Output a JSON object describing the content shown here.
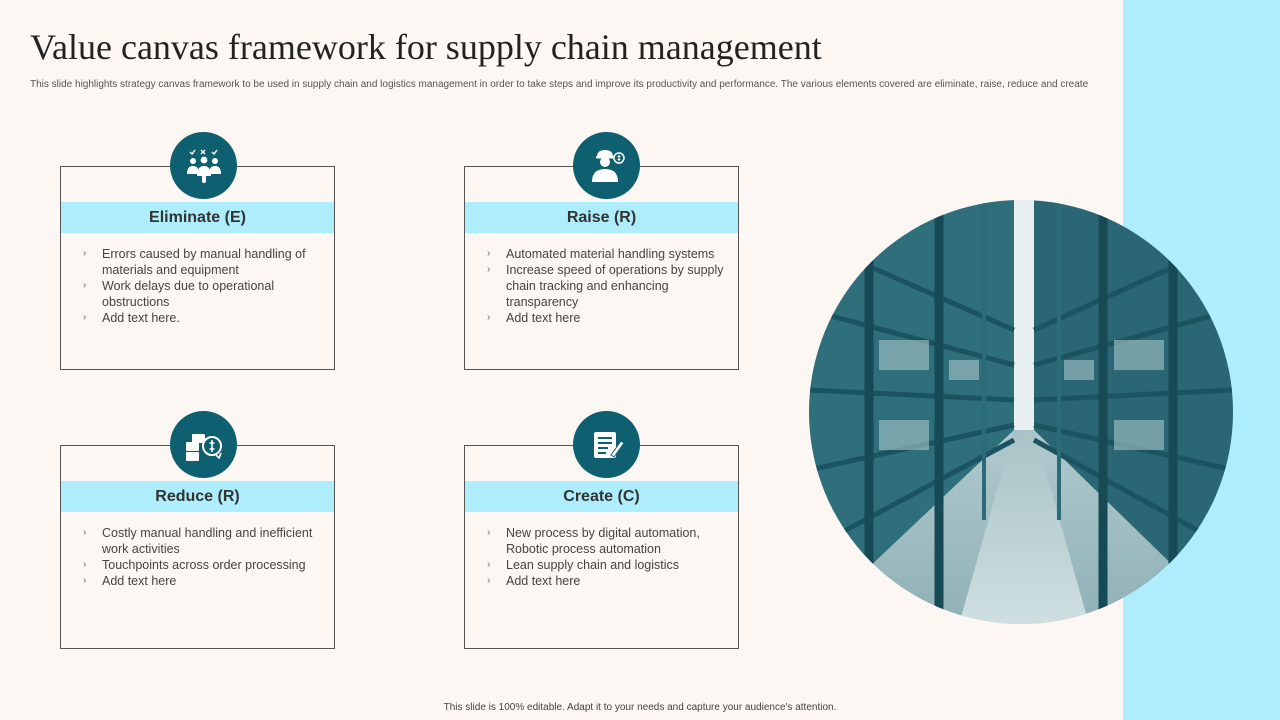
{
  "slide": {
    "title": "Value canvas framework for supply chain management",
    "subtitle": "This slide highlights strategy canvas framework to be used in supply chain and logistics management in order to take steps and improve its productivity and performance. The various elements covered are eliminate,  raise, reduce and create",
    "footer": "This slide is 100% editable.  Adapt it to your needs and capture your audience's attention."
  },
  "colors": {
    "accent_dark": "#0e5f6f",
    "accent_light": "#aeeefc",
    "background": "#fcf7f2"
  },
  "cards": [
    {
      "heading": "Eliminate (E)",
      "icon": "team-checklist-icon",
      "items": [
        "Errors caused by manual handling of materials and equipment",
        "Work delays due to operational obstructions",
        "Add text here."
      ]
    },
    {
      "heading": "Raise (R)",
      "icon": "worker-money-icon",
      "items": [
        "Automated material handling systems",
        "Increase speed of operations by supply chain tracking and enhancing transparency",
        "Add text here"
      ]
    },
    {
      "heading": "Reduce (R)",
      "icon": "cost-reduction-icon",
      "items": [
        "Costly manual handling and inefficient work activities",
        "Touchpoints across order processing",
        "Add text here"
      ]
    },
    {
      "heading": "Create (C)",
      "icon": "document-edit-icon",
      "items": [
        "New process by digital automation, Robotic process automation",
        "Lean supply chain and logistics",
        "Add text here"
      ]
    }
  ],
  "image": {
    "icon": "warehouse-aisle-photo"
  }
}
